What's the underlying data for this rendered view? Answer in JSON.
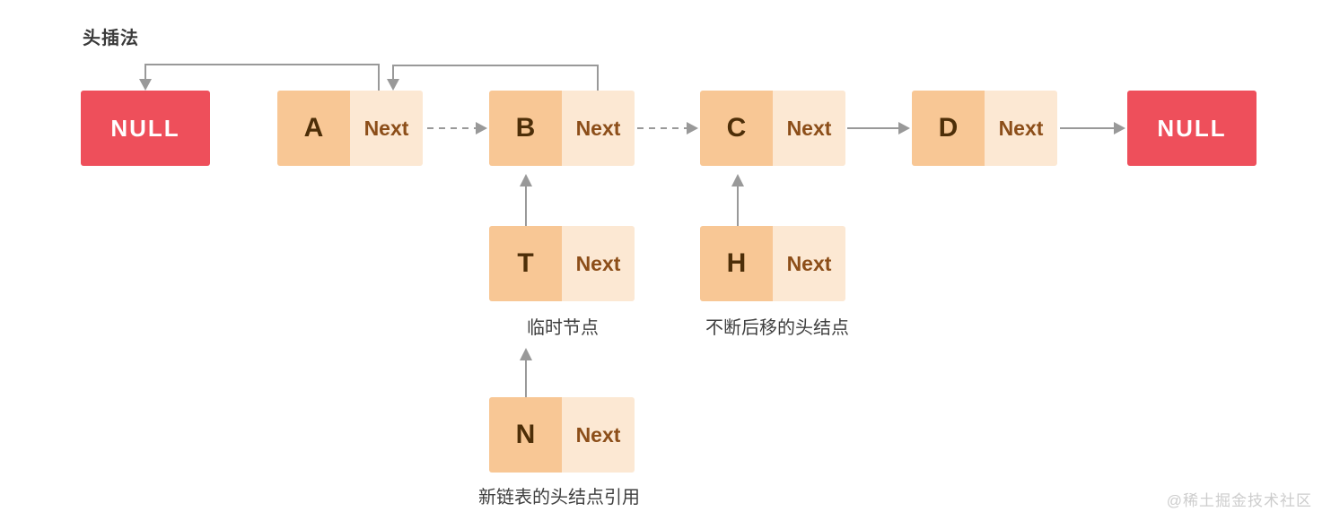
{
  "title": "头插法",
  "null_left": "NULL",
  "null_right": "NULL",
  "nodes": {
    "A": {
      "letter": "A",
      "next": "Next"
    },
    "B": {
      "letter": "B",
      "next": "Next"
    },
    "C": {
      "letter": "C",
      "next": "Next"
    },
    "D": {
      "letter": "D",
      "next": "Next"
    },
    "T": {
      "letter": "T",
      "next": "Next"
    },
    "H": {
      "letter": "H",
      "next": "Next"
    },
    "N": {
      "letter": "N",
      "next": "Next"
    }
  },
  "captions": {
    "temp_node": "临时节点",
    "moving_head": "不断后移的头结点",
    "new_head_ref": "新链表的头结点引用"
  },
  "watermark": "@稀土掘金技术社区",
  "colors": {
    "null_bg": "#EE4F5B",
    "letter_cell_bg": "#F8C795",
    "next_cell_bg": "#FCE8D3",
    "letter_text": "#4D2E08",
    "next_text": "#8C4E19",
    "null_text": "#FFFFFF",
    "line": "#999999",
    "caption_text": "#3F3F3F",
    "title_text": "#3A3A3A",
    "watermark_text": "#CDCDCD"
  }
}
